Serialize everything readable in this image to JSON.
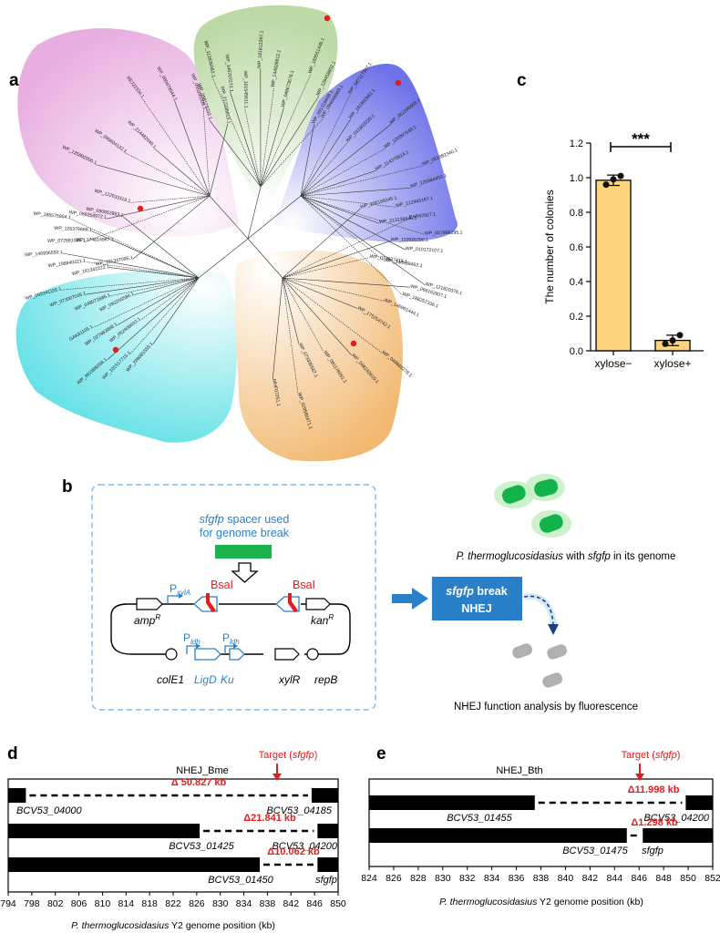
{
  "panels": {
    "a": "a",
    "b": "b",
    "c": "c",
    "d": "d",
    "e": "e"
  },
  "tree": {
    "clades": [
      {
        "color": "#e8b4e2",
        "labels": [
          "WP_191347095.1",
          "WP_072681085.1",
          "WP_066264972.1",
          "WP_122633119.1",
          "WP_125892000.1",
          "WP_095604122.1",
          "WP_214482040.1",
          "REJ22334.1",
          "WP_080478544.1",
          "WP_095290308.1",
          "WP_217225013.1"
        ]
      },
      {
        "color": "#c8e0b4",
        "labels": [
          "WP_098179332.1",
          "WP_112836082.1",
          "WP_145707272.1",
          "WP_101545611.1",
          "WP_181812297.1",
          "WP_144828812.1",
          "WP_048673676.1",
          "WP_183551446.1",
          "WP_128458802.1",
          "WP_094046969.1"
        ]
      },
      {
        "color": "#8a8ef0",
        "labels": [
          "WP_091319468.1",
          "WP_087117347.1",
          "WP_161950662.1",
          "WP_041902028.1",
          "WP_062296668.1",
          "WP_100397649.1",
          "WP_114375624.1",
          "WP_051882340.1",
          "WP_125584453.1",
          "WP_212945187.1",
          "WP_213138845.1",
          "WP_057998295.1",
          "WP_010172107.1",
          "WP_148938462.1",
          "WP_121820376.1",
          "WP_188257336.1"
        ]
      },
      {
        "color": "#80e8ec",
        "labels": [
          "WP_090852853.1",
          "WP_186575904.1",
          "WP_126379668.1",
          "WP_174614987.1",
          "WP_146936550.1",
          "WP_198840321.1",
          "WP_181342222.1",
          "WP_093341155.1",
          "WP_073007035.1",
          "WP_049071685.1",
          "WP_093155584.1",
          "GAK81105.1",
          "WP_027963068.1",
          "WP_052408033.1",
          "WP_091989268.1",
          "WP_101517715.1",
          "WP_209081555.1"
        ]
      },
      {
        "color": "#f5c890",
        "labels": [
          "WP_205165045.1",
          "EAR62927.1",
          "WP_110926290.1",
          "WP_013877415.1",
          "WP_066162607.1",
          "WP_146961444.1",
          "WP_175254742.1",
          "WP_049668278.1",
          "WP_098160610.1",
          "WP_081176951.1",
          "WP_073330587.1",
          "WP_029586471.1",
          "MHF07251.1"
        ]
      }
    ]
  },
  "chart_data": {
    "type": "bar",
    "categories": [
      "xylose−",
      "xylose+"
    ],
    "values": [
      0.985,
      0.06
    ],
    "error": [
      0.03,
      0.03
    ],
    "points": [
      [
        0.96,
        0.99,
        1.01
      ],
      [
        0.04,
        0.06,
        0.09
      ]
    ],
    "ylabel": "The number of colonies",
    "ylim": [
      0,
      1.2
    ],
    "yticks": [
      "0.0",
      "0.2",
      "0.4",
      "0.6",
      "0.8",
      "1.0",
      "1.2"
    ],
    "significance": "***",
    "bar_color": "#fdd47e"
  },
  "schematic": {
    "spacer_title_italic": "sfgfp",
    "spacer_title_rest": " spacer used",
    "spacer_title_line2": "for genome break",
    "pxyla": "P",
    "pxyla_sub": "xylA",
    "bsai_left": "BsaI",
    "bsai_right": "BsaI",
    "ampr": "amp",
    "ampr_sup": "R",
    "kanr": "kan",
    "kanr_sup": "R",
    "pldh1": "P",
    "pldh1_sub": "ldh",
    "pldh2": "P",
    "pldh2_sub": "ldh",
    "cole1": "colE1",
    "ligd": "LigD",
    "ku": "Ku",
    "xylr": "xylR",
    "repb": "repB",
    "cells_caption_1": "P. thermoglucosidasius",
    "cells_caption_2": " with ",
    "cells_caption_3": "sfgfp",
    "cells_caption_4": " in its genome",
    "box_line1_italic": "sfgfp",
    "box_line1_rest": " break",
    "box_line2": "NHEJ",
    "nhej_caption": "NHEJ function analysis by fluorescence"
  },
  "panel_d": {
    "title": "NHEJ_Bme",
    "target": "Target (",
    "target_gene": "sfgfp",
    "target_close": ")",
    "tracks": [
      {
        "delta": "Δ 50.827 kb",
        "left": "BCV53_04000",
        "right": "BCV53_04185"
      },
      {
        "delta": "Δ21.841 kb",
        "left": "BCV53_01425",
        "right": "BCV53_04200"
      },
      {
        "delta": "Δ10.062 kb",
        "left": "BCV53_01450",
        "right": "sfgfp"
      }
    ],
    "xticks": [
      "794",
      "798",
      "802",
      "806",
      "810",
      "814",
      "818",
      "822",
      "826",
      "830",
      "834",
      "838",
      "842",
      "846",
      "850"
    ],
    "xlabel_italic": "P. thermoglucosidasius",
    "xlabel_rest": " Y2 genome position (kb)"
  },
  "panel_e": {
    "title": "NHEJ_Bth",
    "target": "Target (",
    "target_gene": "sfgfp",
    "target_close": ")",
    "tracks": [
      {
        "delta": "Δ11.998 kb",
        "left": "BCV53_01455",
        "right": "BCV53_04200"
      },
      {
        "delta": "Δ1.298 kb",
        "left": "BCV53_01475",
        "right": "sfgfp"
      }
    ],
    "xticks": [
      "824",
      "826",
      "828",
      "830",
      "832",
      "834",
      "836",
      "838",
      "840",
      "842",
      "844",
      "846",
      "848",
      "850",
      "852"
    ],
    "xlabel_italic": "P. thermoglucosidasius",
    "xlabel_rest": " Y2 genome position (kb)"
  }
}
